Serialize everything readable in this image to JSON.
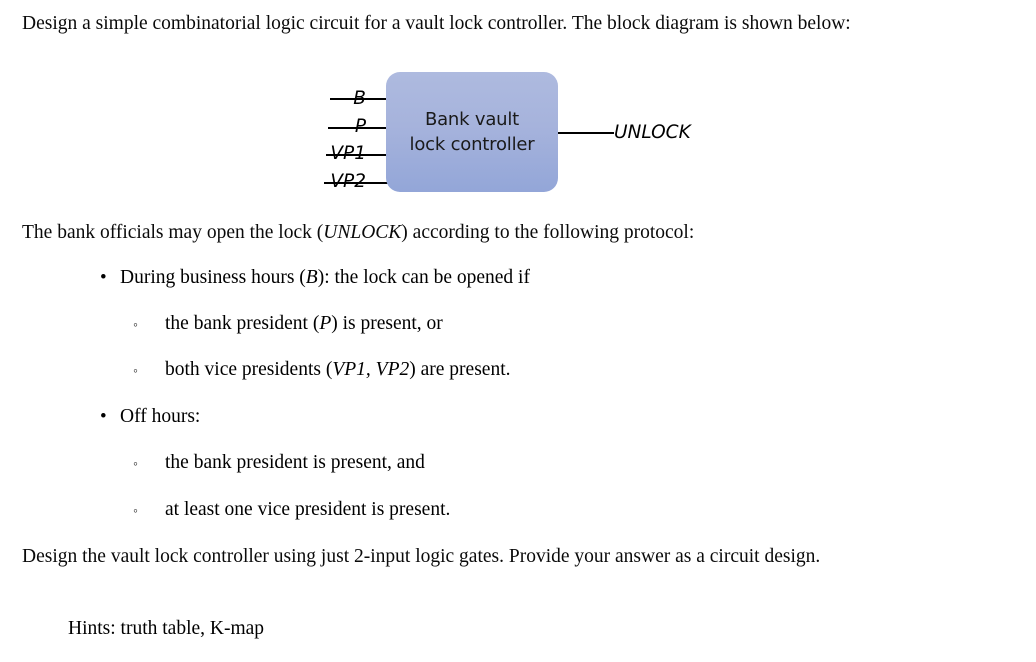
{
  "document": {
    "intro": {
      "text_part_1": "Design a simple combinatorial logic circuit for a vault lock controller. The block diagram is shown below:"
    },
    "block_diagram": {
      "box_label_line_1": "Bank vault",
      "box_label_line_2": "lock controller",
      "inputs": [
        {
          "label": "B"
        },
        {
          "label": "P"
        },
        {
          "label": "VP1"
        },
        {
          "label": "VP2"
        }
      ],
      "output": {
        "label": "UNLOCK"
      },
      "colors": {
        "box_fill_top": "#aebadf",
        "box_fill_bottom": "#93a6d8",
        "wire": "#000000"
      }
    },
    "protocol": {
      "lead_in_a": "The bank officials may open the lock (",
      "lead_in_var": "UNLOCK",
      "lead_in_b": ") according to the following protocol:",
      "items": [
        {
          "bullet": "•",
          "text_a": "During business hours (",
          "text_var": "B",
          "text_b": "): the lock can be opened if",
          "sub_items": [
            {
              "marker": "◦",
              "text_a": "the bank president (",
              "text_var": "P",
              "text_b": ") is present, or"
            },
            {
              "marker": "◦",
              "text_a": "both vice presidents (",
              "text_var": "VP1, VP2",
              "text_b": ") are present."
            }
          ]
        },
        {
          "bullet": "•",
          "text_a": "Off hours:",
          "text_var": "",
          "text_b": "",
          "sub_items": [
            {
              "marker": "◦",
              "text_a": "the bank president is present, and",
              "text_var": "",
              "text_b": ""
            },
            {
              "marker": "◦",
              "text_a": "at least one vice president is present.",
              "text_var": "",
              "text_b": ""
            }
          ]
        }
      ]
    },
    "closing": {
      "design_text": "Design the vault lock controller using just 2-input logic gates. Provide your answer as a circuit design.",
      "hints_text": "Hints: truth table, K-map"
    }
  }
}
